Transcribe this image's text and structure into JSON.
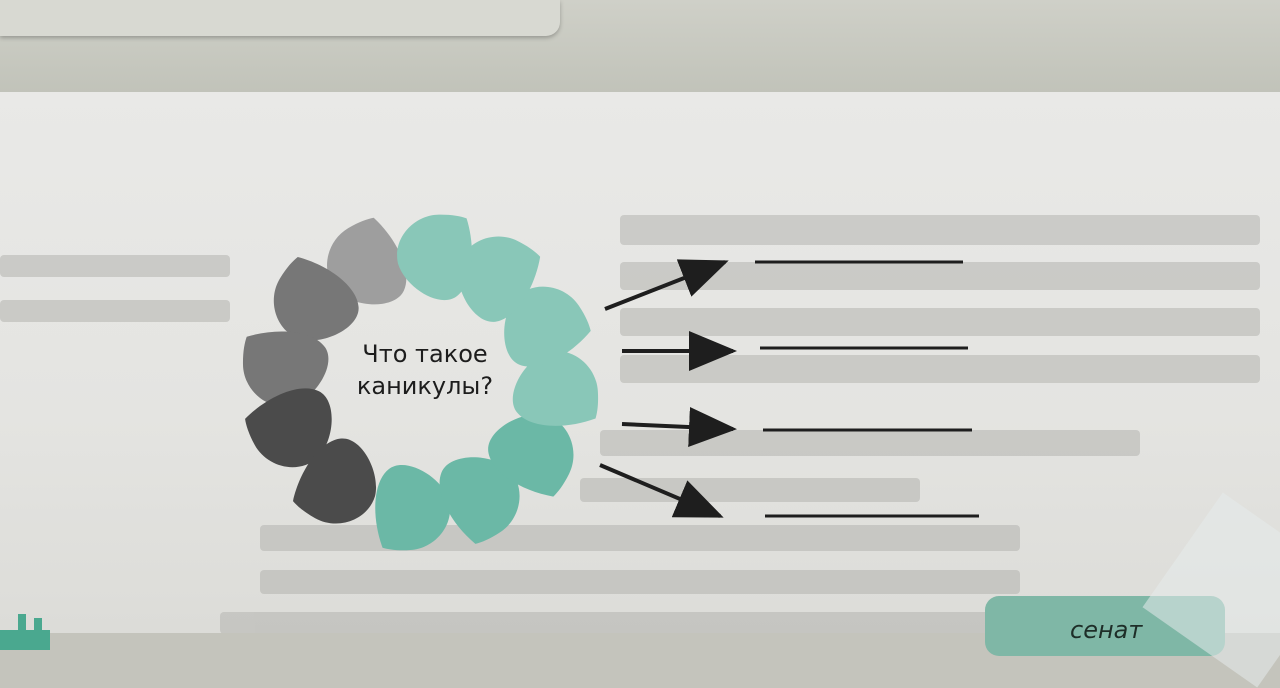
{
  "question": {
    "line1": "Что такое",
    "line2": "каникулы?"
  },
  "colors": {
    "dark": "#4b4b4b",
    "gray": "#777777",
    "light_gray": "#9e9e9e",
    "teal": "#6bb8a6",
    "teal_light": "#89c7b8",
    "arrow": "#1e1e1e"
  },
  "arrows_count_label": "4",
  "tag": {
    "label": "сенат"
  }
}
